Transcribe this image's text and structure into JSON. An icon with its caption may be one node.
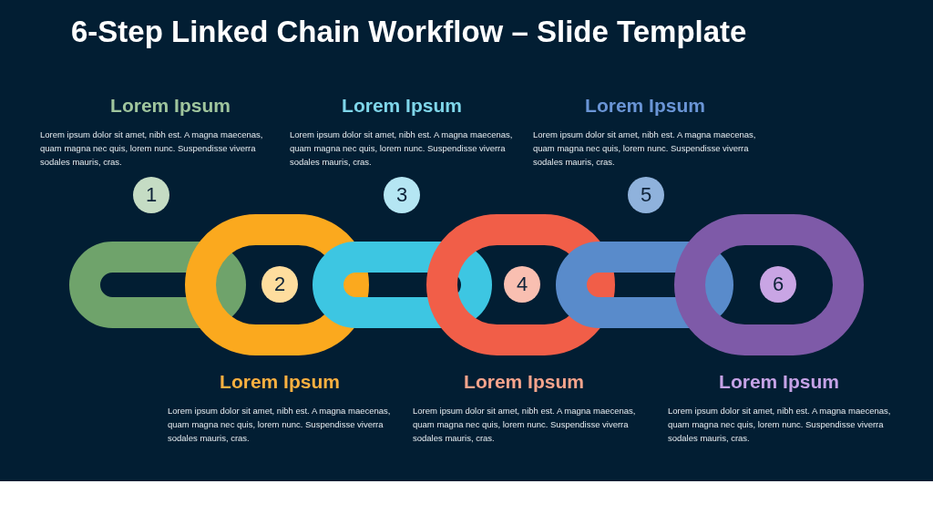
{
  "diagram": {
    "title": "6-Step Linked Chain Workflow – Slide Template",
    "nodes": [
      {
        "text": [
          "1"
        ],
        "beside": [
          "Lorem Ipsum",
          "Lorem ipsum dolor sit amet, nibh est. A magna maecenas, quam magna nec quis, lorem nunc. Suspendisse viverra sodales mauris, cras."
        ]
      },
      {
        "text": [
          "2"
        ],
        "beside": [
          "Lorem Ipsum",
          "Lorem ipsum dolor sit amet, nibh est. A magna maecenas, quam magna nec quis, lorem nunc. Suspendisse viverra sodales mauris, cras."
        ]
      },
      {
        "text": [
          "3"
        ],
        "beside": [
          "Lorem Ipsum",
          "Lorem ipsum dolor sit amet, nibh est. A magna maecenas, quam magna nec quis, lorem nunc. Suspendisse viverra sodales mauris, cras."
        ]
      },
      {
        "text": [
          "4"
        ],
        "beside": [
          "Lorem Ipsum",
          "Lorem ipsum dolor sit amet, nibh est. A magna maecenas, quam magna nec quis, lorem nunc. Suspendisse viverra sodales mauris, cras."
        ]
      },
      {
        "text": [
          "5"
        ],
        "beside": [
          "Lorem Ipsum",
          "Lorem ipsum dolor sit amet, nibh est. A magna maecenas, quam magna nec quis, lorem nunc. Suspendisse viverra sodales mauris, cras."
        ]
      },
      {
        "text": [
          "6"
        ],
        "beside": [
          "Lorem Ipsum",
          "Lorem ipsum dolor sit amet, nibh est. A magna maecenas, quam magna nec quis, lorem nunc. Suspendisse viverra sodales mauris, cras."
        ]
      }
    ]
  }
}
